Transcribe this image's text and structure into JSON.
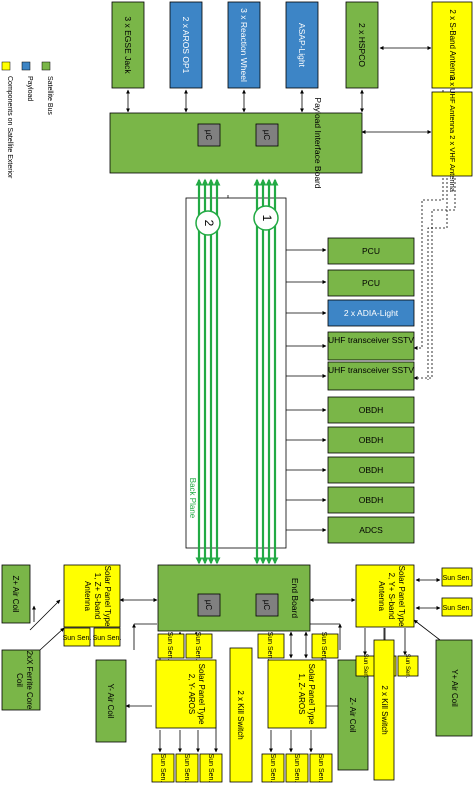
{
  "colors": {
    "satellite_bus": "#7ab648",
    "payload": "#3d85c6",
    "exterior": "#ffff00",
    "backplane_line": "#22aa44",
    "uc": "#808080",
    "line": "#000000"
  },
  "legend": {
    "exterior": "Components on Satellite Exterior",
    "payload": "Payload",
    "bus": "Satellite Bus"
  },
  "top_modules": [
    "3 x EGSE Jack",
    "2 x AROS OP1",
    "3 x Reaction Wheel",
    "ASAP-Light",
    "2 x HSPCO"
  ],
  "antennas_top": [
    "2 x S-Band Antenna",
    "2 x UHF Antenna 2 x VHF Antenna"
  ],
  "payload_board": {
    "label": "Payload Interface Board",
    "uc": [
      "µC",
      "µC"
    ]
  },
  "end_board": {
    "label": "End Board",
    "uc": [
      "µC",
      "µC"
    ]
  },
  "back_plane": {
    "label": "Back Plane",
    "channels": [
      "2",
      "1"
    ]
  },
  "stack": [
    "PCU",
    "PCU",
    "2 x ADIA-Light",
    "UHF transceiver SSTV",
    "UHF transceiver SSTV",
    "OBDH",
    "OBDH",
    "OBDH",
    "OBDH",
    "ADCS"
  ],
  "panels": {
    "left": "Solar Panel Type 1, Z+ S-band Antenna",
    "right": "Solar Panel Type 2, Y+ S-band Antenna",
    "bottom_left": "Solar Panel Type 2, Y- AROS",
    "bottom_right": "Solar Panel Type 1, Z- AROS"
  },
  "sun_sensor": "Sun Sen.",
  "coils": {
    "z_plus": "Z+ Air Coil",
    "ferrite": "2xX Ferrite Core Coil",
    "y_minus": "Y- Air Coil",
    "z_minus": "Z- Air Coil",
    "y_plus": "Y+ Air Coil"
  },
  "kill_switch": "2 x Kill Switch"
}
